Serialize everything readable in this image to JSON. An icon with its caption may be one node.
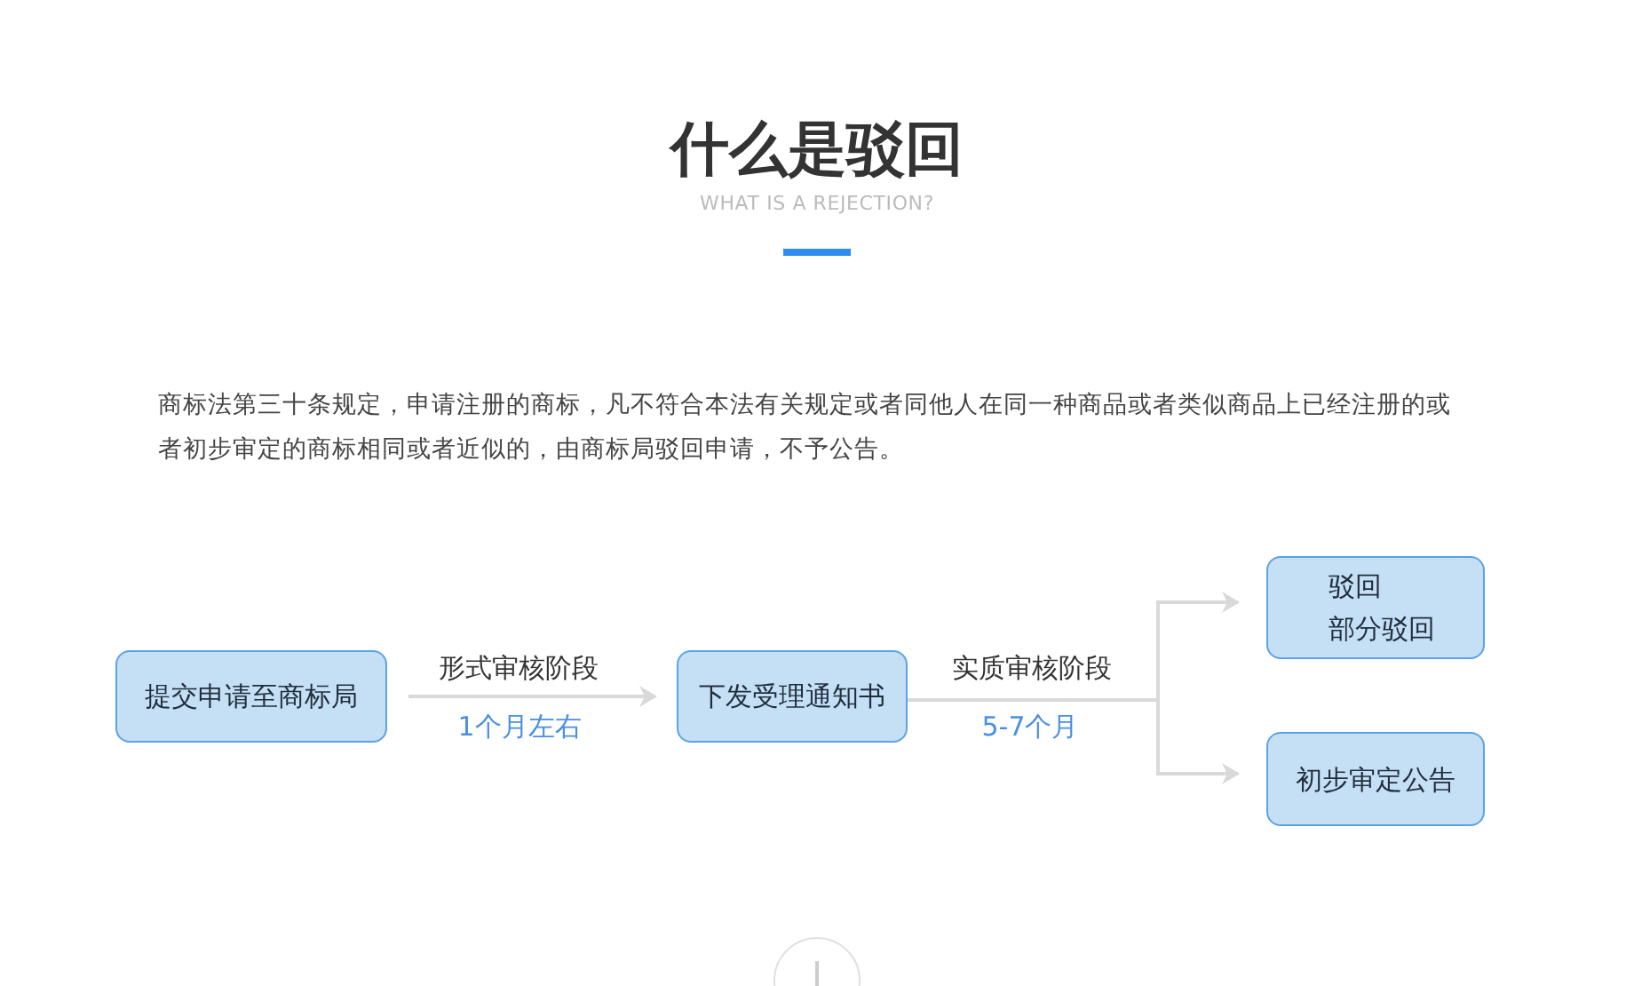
{
  "diagram": {
    "title": "什么是驳回",
    "nodes": [
      {
        "text": [
          "提交申请至商标局"
        ]
      },
      {
        "text": [
          "下发受理通知书"
        ]
      },
      {
        "text": [
          "驳回",
          "部分驳回"
        ]
      },
      {
        "text": [
          "初步审定公告"
        ]
      }
    ],
    "edges": [
      {
        "from": 0,
        "to": 1,
        "arrow": "to",
        "label": "形式审核阶段"
      },
      {
        "from": 1,
        "to": 2,
        "arrow": "to",
        "label": "实质审核阶段"
      },
      {
        "from": 1,
        "to": 3,
        "arrow": "to"
      }
    ],
    "labels": [
      "WHAT IS A REJECTION?",
      "商标法第三十条规定，申请注册的商标，凡不符合本法有关规定或者同他人在同一种商品或者类似商品上已经注册的或者初步审定的商标相同或者近似的，由商标局驳回申请，不予公告。",
      "1个月左右",
      "5-7个月"
    ]
  }
}
